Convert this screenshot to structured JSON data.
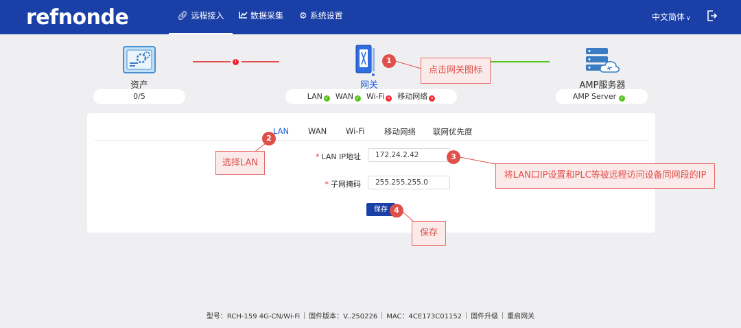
{
  "header": {
    "logo": "refnonde",
    "nav": [
      {
        "label": "远程接入",
        "icon": "link-icon"
      },
      {
        "label": "数据采集",
        "icon": "chart-icon"
      },
      {
        "label": "系统设置",
        "icon": "gear-icon"
      }
    ],
    "language": "中文简体",
    "bg_color": "#1a3fa6"
  },
  "topology": {
    "asset": {
      "label": "资产",
      "count": "0/5"
    },
    "gateway": {
      "label": "网关",
      "status": [
        {
          "name": "LAN",
          "state": "ok"
        },
        {
          "name": "WAN",
          "state": "ok"
        },
        {
          "name": "Wi-Fi",
          "state": "error"
        },
        {
          "name": "移动网络",
          "state": "error"
        }
      ]
    },
    "server": {
      "label": "AMP服务器",
      "status_label": "AMP Server",
      "state": "ok"
    }
  },
  "tabs": [
    "LAN",
    "WAN",
    "Wi-Fi",
    "移动网络",
    "联网优先度"
  ],
  "form": {
    "ip_label": "LAN IP地址",
    "ip_value": "172.24.2.42",
    "mask_label": "子网掩码",
    "mask_value": "255.255.255.0",
    "save_label": "保存"
  },
  "annotations": [
    {
      "num": "1",
      "text": "点击网关图标"
    },
    {
      "num": "2",
      "text": "选择LAN"
    },
    {
      "num": "3",
      "text": "将LAN口IP设置和PLC等被远程访问设备同网段的IP"
    },
    {
      "num": "4",
      "text": "保存"
    }
  ],
  "footer": {
    "model": "型号：RCH-159  4G-CN/Wi-Fi",
    "firmware": "固件版本：V..250226",
    "mac": "MAC：4CE173C01152",
    "upgrade": "固件升级",
    "reboot": "重启网关"
  },
  "colors": {
    "ok": "#52c41a",
    "error": "#f5222d",
    "accent": "#1a5ed8",
    "annotation": "#e0504a"
  }
}
